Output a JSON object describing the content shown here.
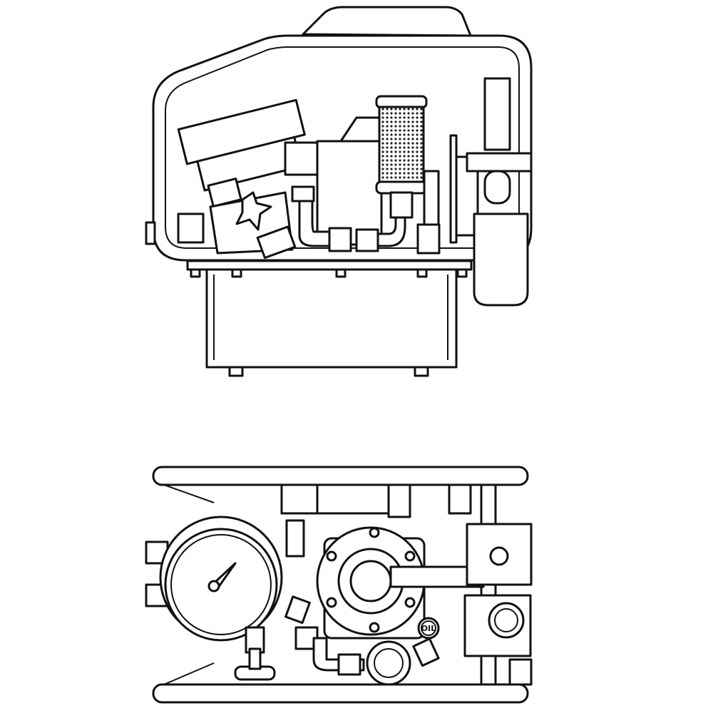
{
  "drawing": {
    "views": [
      "side-elevation",
      "top-plan"
    ],
    "labels": {
      "oil_fill_cap": "OIL"
    },
    "line_color": "#111111",
    "background": "#ffffff"
  }
}
